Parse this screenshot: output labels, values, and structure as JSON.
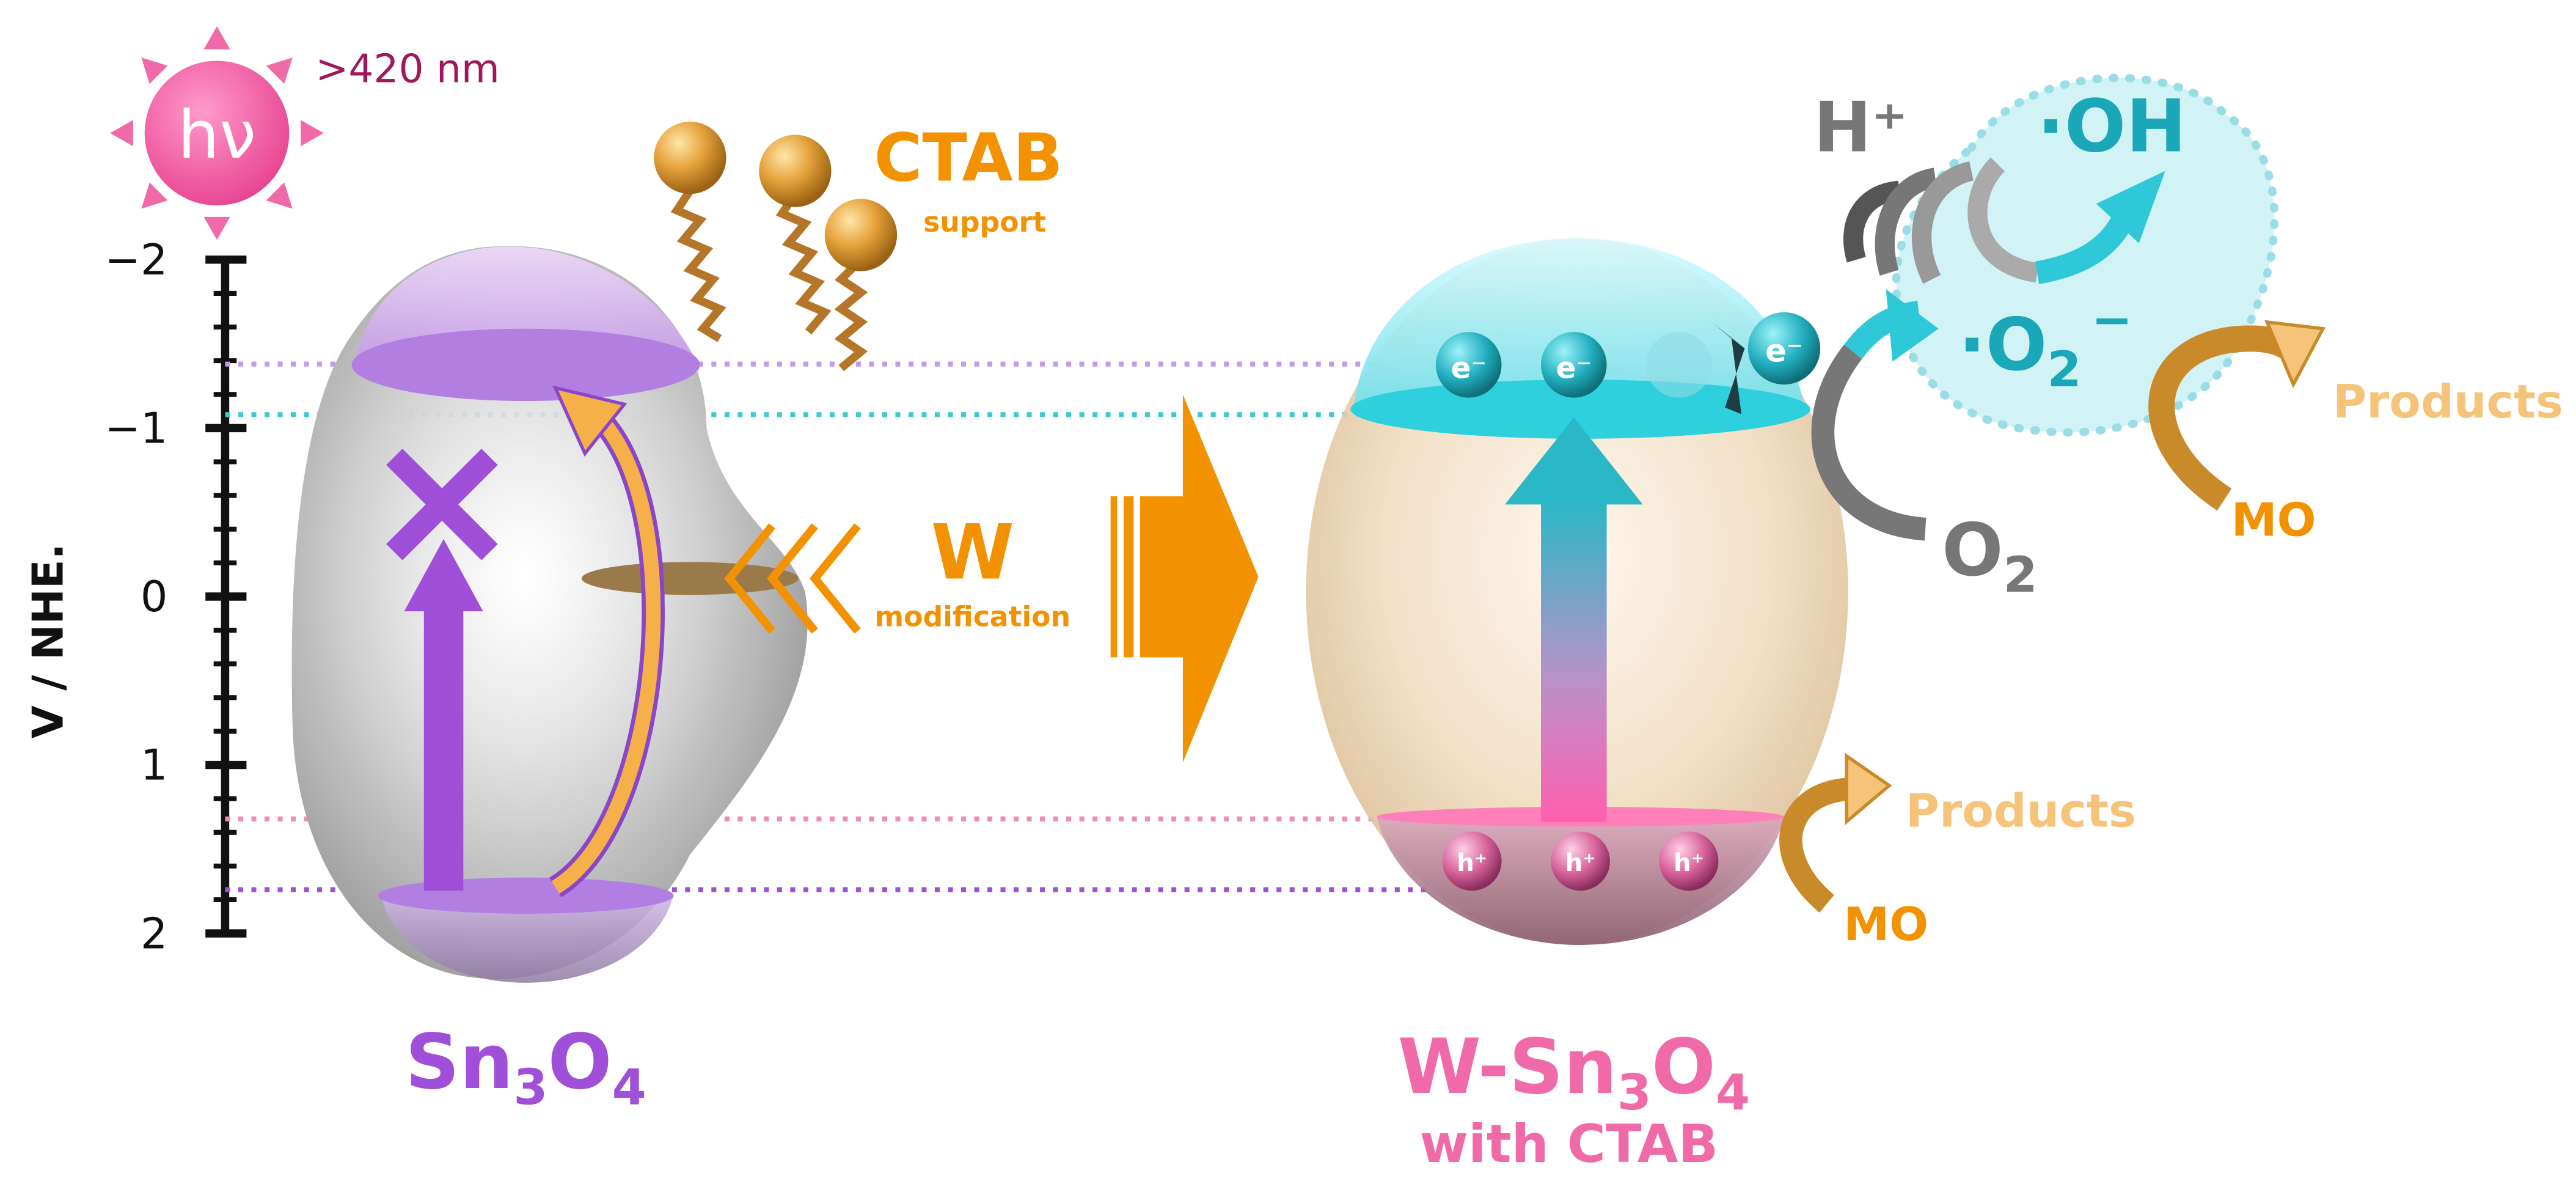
{
  "light": {
    "symbol": "hν",
    "wavelength": ">420 nm"
  },
  "axis": {
    "label": "V / NHE.",
    "ticks": [
      {
        "v": -2,
        "text": "−2"
      },
      {
        "v": -1,
        "text": "−1"
      },
      {
        "v": 0,
        "text": "0"
      },
      {
        "v": 1,
        "text": "1"
      },
      {
        "v": 2,
        "text": "2"
      }
    ],
    "min": -2,
    "max": 2
  },
  "levels": {
    "sn3o4_cb": -1.38,
    "wsn3o4_cb": -1.08,
    "wsn3o4_vb": 1.32,
    "sn3o4_vb": 1.74
  },
  "ctab": {
    "title": "CTAB",
    "subtitle": "support"
  },
  "w_mod": {
    "title": "W",
    "subtitle": "modification"
  },
  "left_particle": {
    "base": "Sn",
    "sub1": "3",
    "mid": "O",
    "sub2": "4"
  },
  "right_particle": {
    "prefix": "W-Sn",
    "sub1": "3",
    "mid": "O",
    "sub2": "4",
    "line2": "with CTAB"
  },
  "electron_label": "e⁻",
  "hole_label": "h⁺",
  "species": {
    "hplus": "H⁺",
    "oh": "·OH",
    "o2_radical_base": "·O",
    "o2_radical_sub": "2",
    "o2_radical_sup": "−",
    "o2_base": "O",
    "o2_sub": "2"
  },
  "products_top": {
    "label": "Products",
    "reactant": "MO"
  },
  "products_bottom": {
    "label": "Products",
    "reactant": "MO"
  },
  "colors": {
    "purple": "#a04fd8",
    "cyan": "#1fc6d8",
    "orange": "#f39200",
    "pink": "#f06aa8",
    "maroon": "#a0185a",
    "gray": "#777777",
    "light_orange": "#f5c37a",
    "brown": "#c98a2a"
  }
}
